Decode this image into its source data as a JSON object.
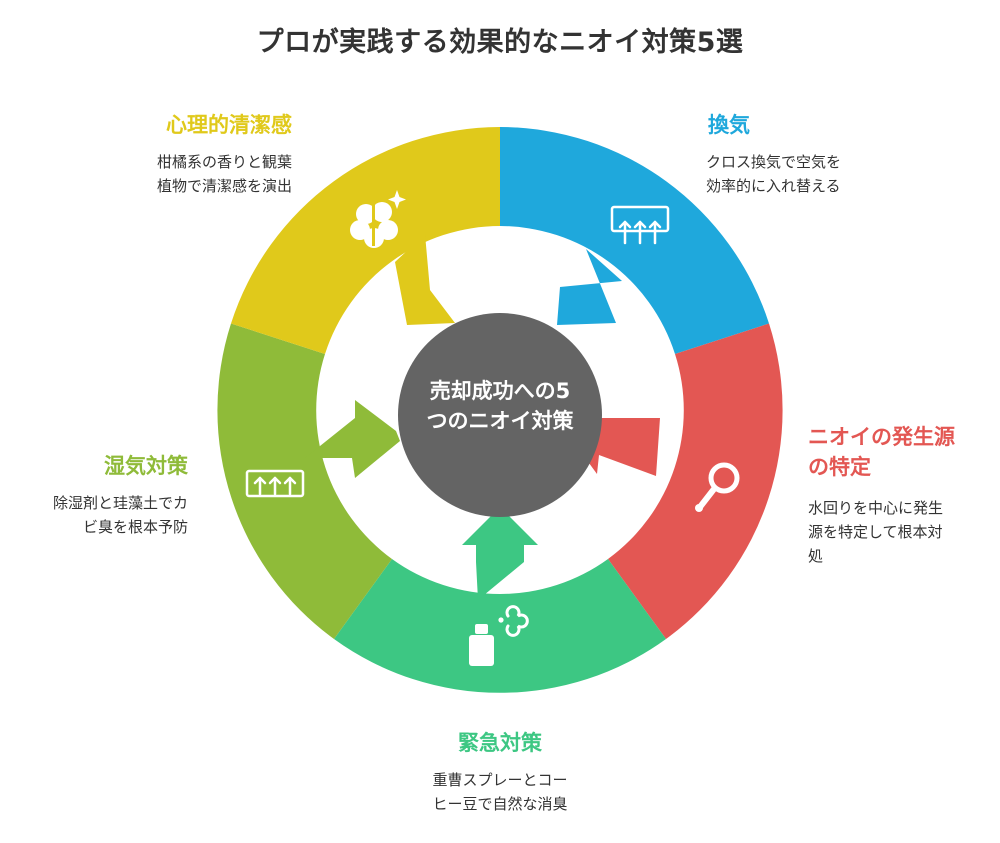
{
  "title": "プロが実践する効果的なニオイ対策5選",
  "center": {
    "lines": [
      "売却成功への5",
      "つのニオイ対策"
    ],
    "color": "#646464"
  },
  "segments": [
    {
      "id": "ventilation",
      "title": "換気",
      "desc": [
        "クロス換気で空気を",
        "効率的に入れ替える"
      ],
      "color": "#1FA8DC",
      "icon": "air-vent-icon"
    },
    {
      "id": "odor-source",
      "title": [
        "ニオイの発生源",
        "の特定"
      ],
      "desc": [
        "水回りを中心に発生",
        "源を特定して根本対",
        "処"
      ],
      "color": "#E35753",
      "icon": "magnifier-icon"
    },
    {
      "id": "emergency",
      "title": "緊急対策",
      "desc": [
        "重曹スプレーとコー",
        "ヒー豆で自然な消臭"
      ],
      "color": "#3DC783",
      "icon": "spray-icon"
    },
    {
      "id": "humidity",
      "title": "湿気対策",
      "desc": [
        "除湿剤と珪藻土でカ",
        "ビ臭を根本予防"
      ],
      "color": "#8FBB39",
      "icon": "dehumidifier-icon"
    },
    {
      "id": "psychological",
      "title": "心理的清潔感",
      "desc": [
        "柑橘系の香りと観葉",
        "植物で清潔感を演出"
      ],
      "color": "#E0C91B",
      "icon": "brain-sparkle-icon"
    }
  ]
}
